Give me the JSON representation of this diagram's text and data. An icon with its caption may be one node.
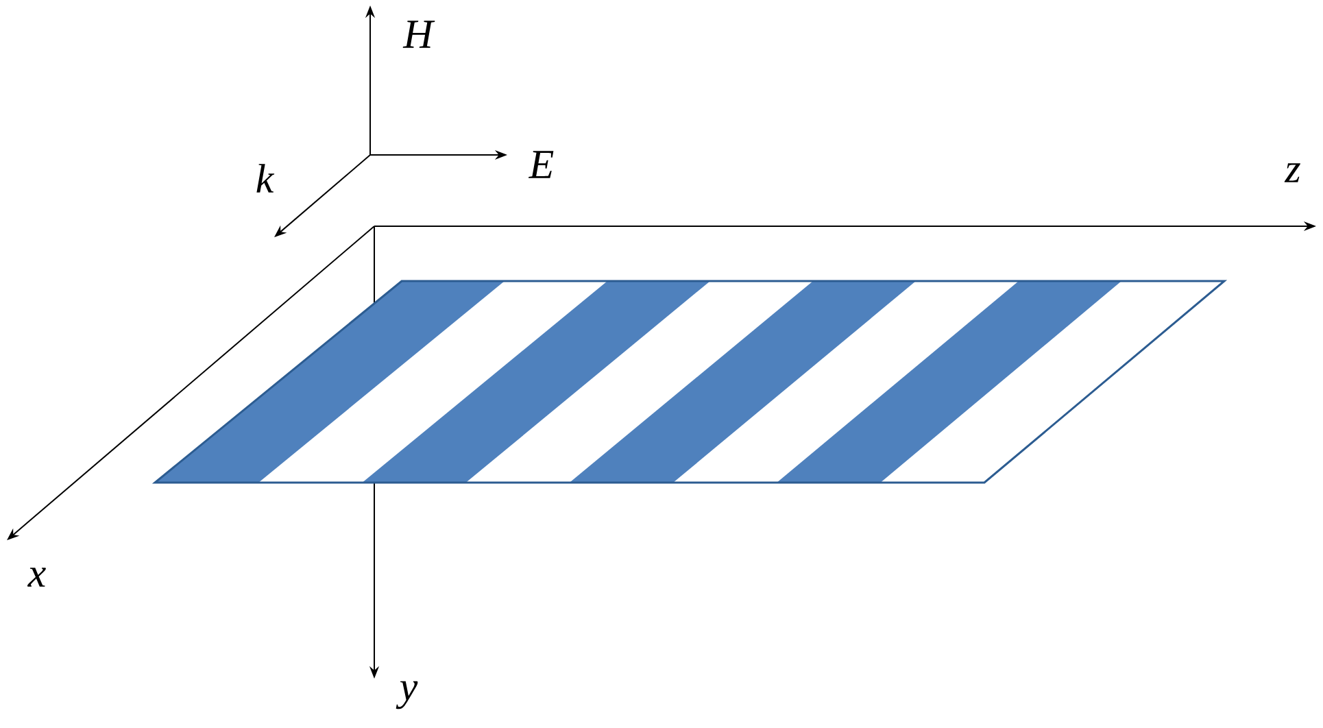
{
  "diagram": {
    "labels": [
      "H",
      "E",
      "k",
      "z",
      "x",
      "y"
    ]
  }
}
